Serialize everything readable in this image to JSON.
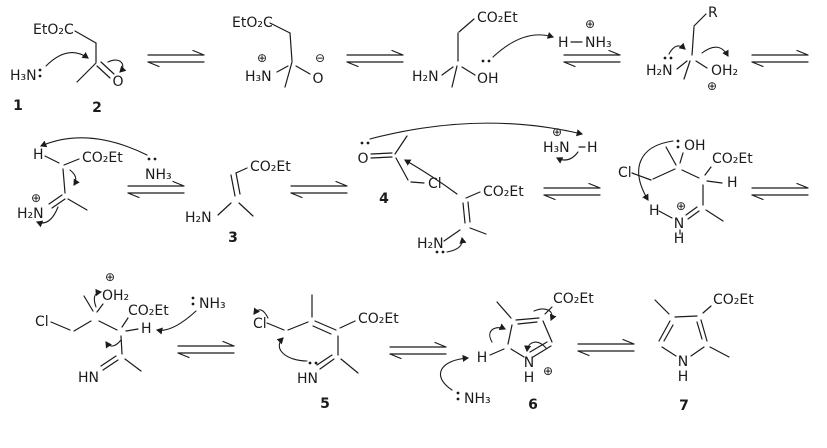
{
  "colors": {
    "ink": "#1b1b1b",
    "background": "#ffffff"
  },
  "structures": {
    "ammonia1": {
      "formula": "H₃N",
      "number": "1"
    },
    "ketoester": {
      "ester": "EtO₂C",
      "carbonyl_o": "O",
      "number": "2"
    },
    "zwitterion": {
      "ester": "EtO₂C",
      "ammonium": "H₃N",
      "plus": "⊕",
      "minus": "⊖",
      "oxide": "O"
    },
    "aminol": {
      "ester": "CO₂Et",
      "amine": "H₂N",
      "hydroxyl": "OH"
    },
    "ammonium_a": {
      "proton": "H",
      "amine": "NH₃",
      "plus": "⊕"
    },
    "oxocarbenium": {
      "substituent": "R",
      "amine": "H₂N",
      "leaving_water": "OH₂",
      "plus": "⊕"
    },
    "iminium": {
      "proton": "H",
      "ester": "CO₂Et",
      "amine": "H₂N",
      "plus": "⊕"
    },
    "base_nh3_row2": {
      "formula": "NH₃"
    },
    "enamine3": {
      "ester": "CO₂Et",
      "amine": "H₂N",
      "number": "3"
    },
    "chloroketone4": {
      "carbonyl_o": "O",
      "chloro": "Cl",
      "number": "4"
    },
    "enamine_attack": {
      "ester": "CO₂Et",
      "amine": "H₂N"
    },
    "ammonium_b": {
      "amine": "H₃N",
      "proton": "H",
      "plus": "⊕"
    },
    "cyclol": {
      "chloro": "Cl",
      "hydroxyl": "OH",
      "ester": "CO₂Et",
      "methine_h": "H",
      "n_h_left": "H",
      "nitrogen": "N",
      "n_h": "H",
      "plus": "⊕"
    },
    "aquo": {
      "plus": "⊕",
      "leaving_water": "OH₂",
      "chloro": "Cl",
      "ester": "CO₂Et",
      "methine_h": "H",
      "imine": "HN"
    },
    "base_nh3_row3a": {
      "formula": "NH₃"
    },
    "dienamine5": {
      "chloro": "Cl",
      "ester": "CO₂Et",
      "imine": "HN",
      "number": "5"
    },
    "pyrrolium6": {
      "ester": "CO₂Et",
      "methylene_h": "H",
      "nitrogen": "N",
      "n_h": "H",
      "plus": "⊕",
      "number": "6"
    },
    "base_nh3_row3b": {
      "formula": "NH₃"
    },
    "pyrrole7": {
      "ester": "CO₂Et",
      "nitrogen": "N",
      "n_h": "H",
      "number": "7"
    }
  }
}
